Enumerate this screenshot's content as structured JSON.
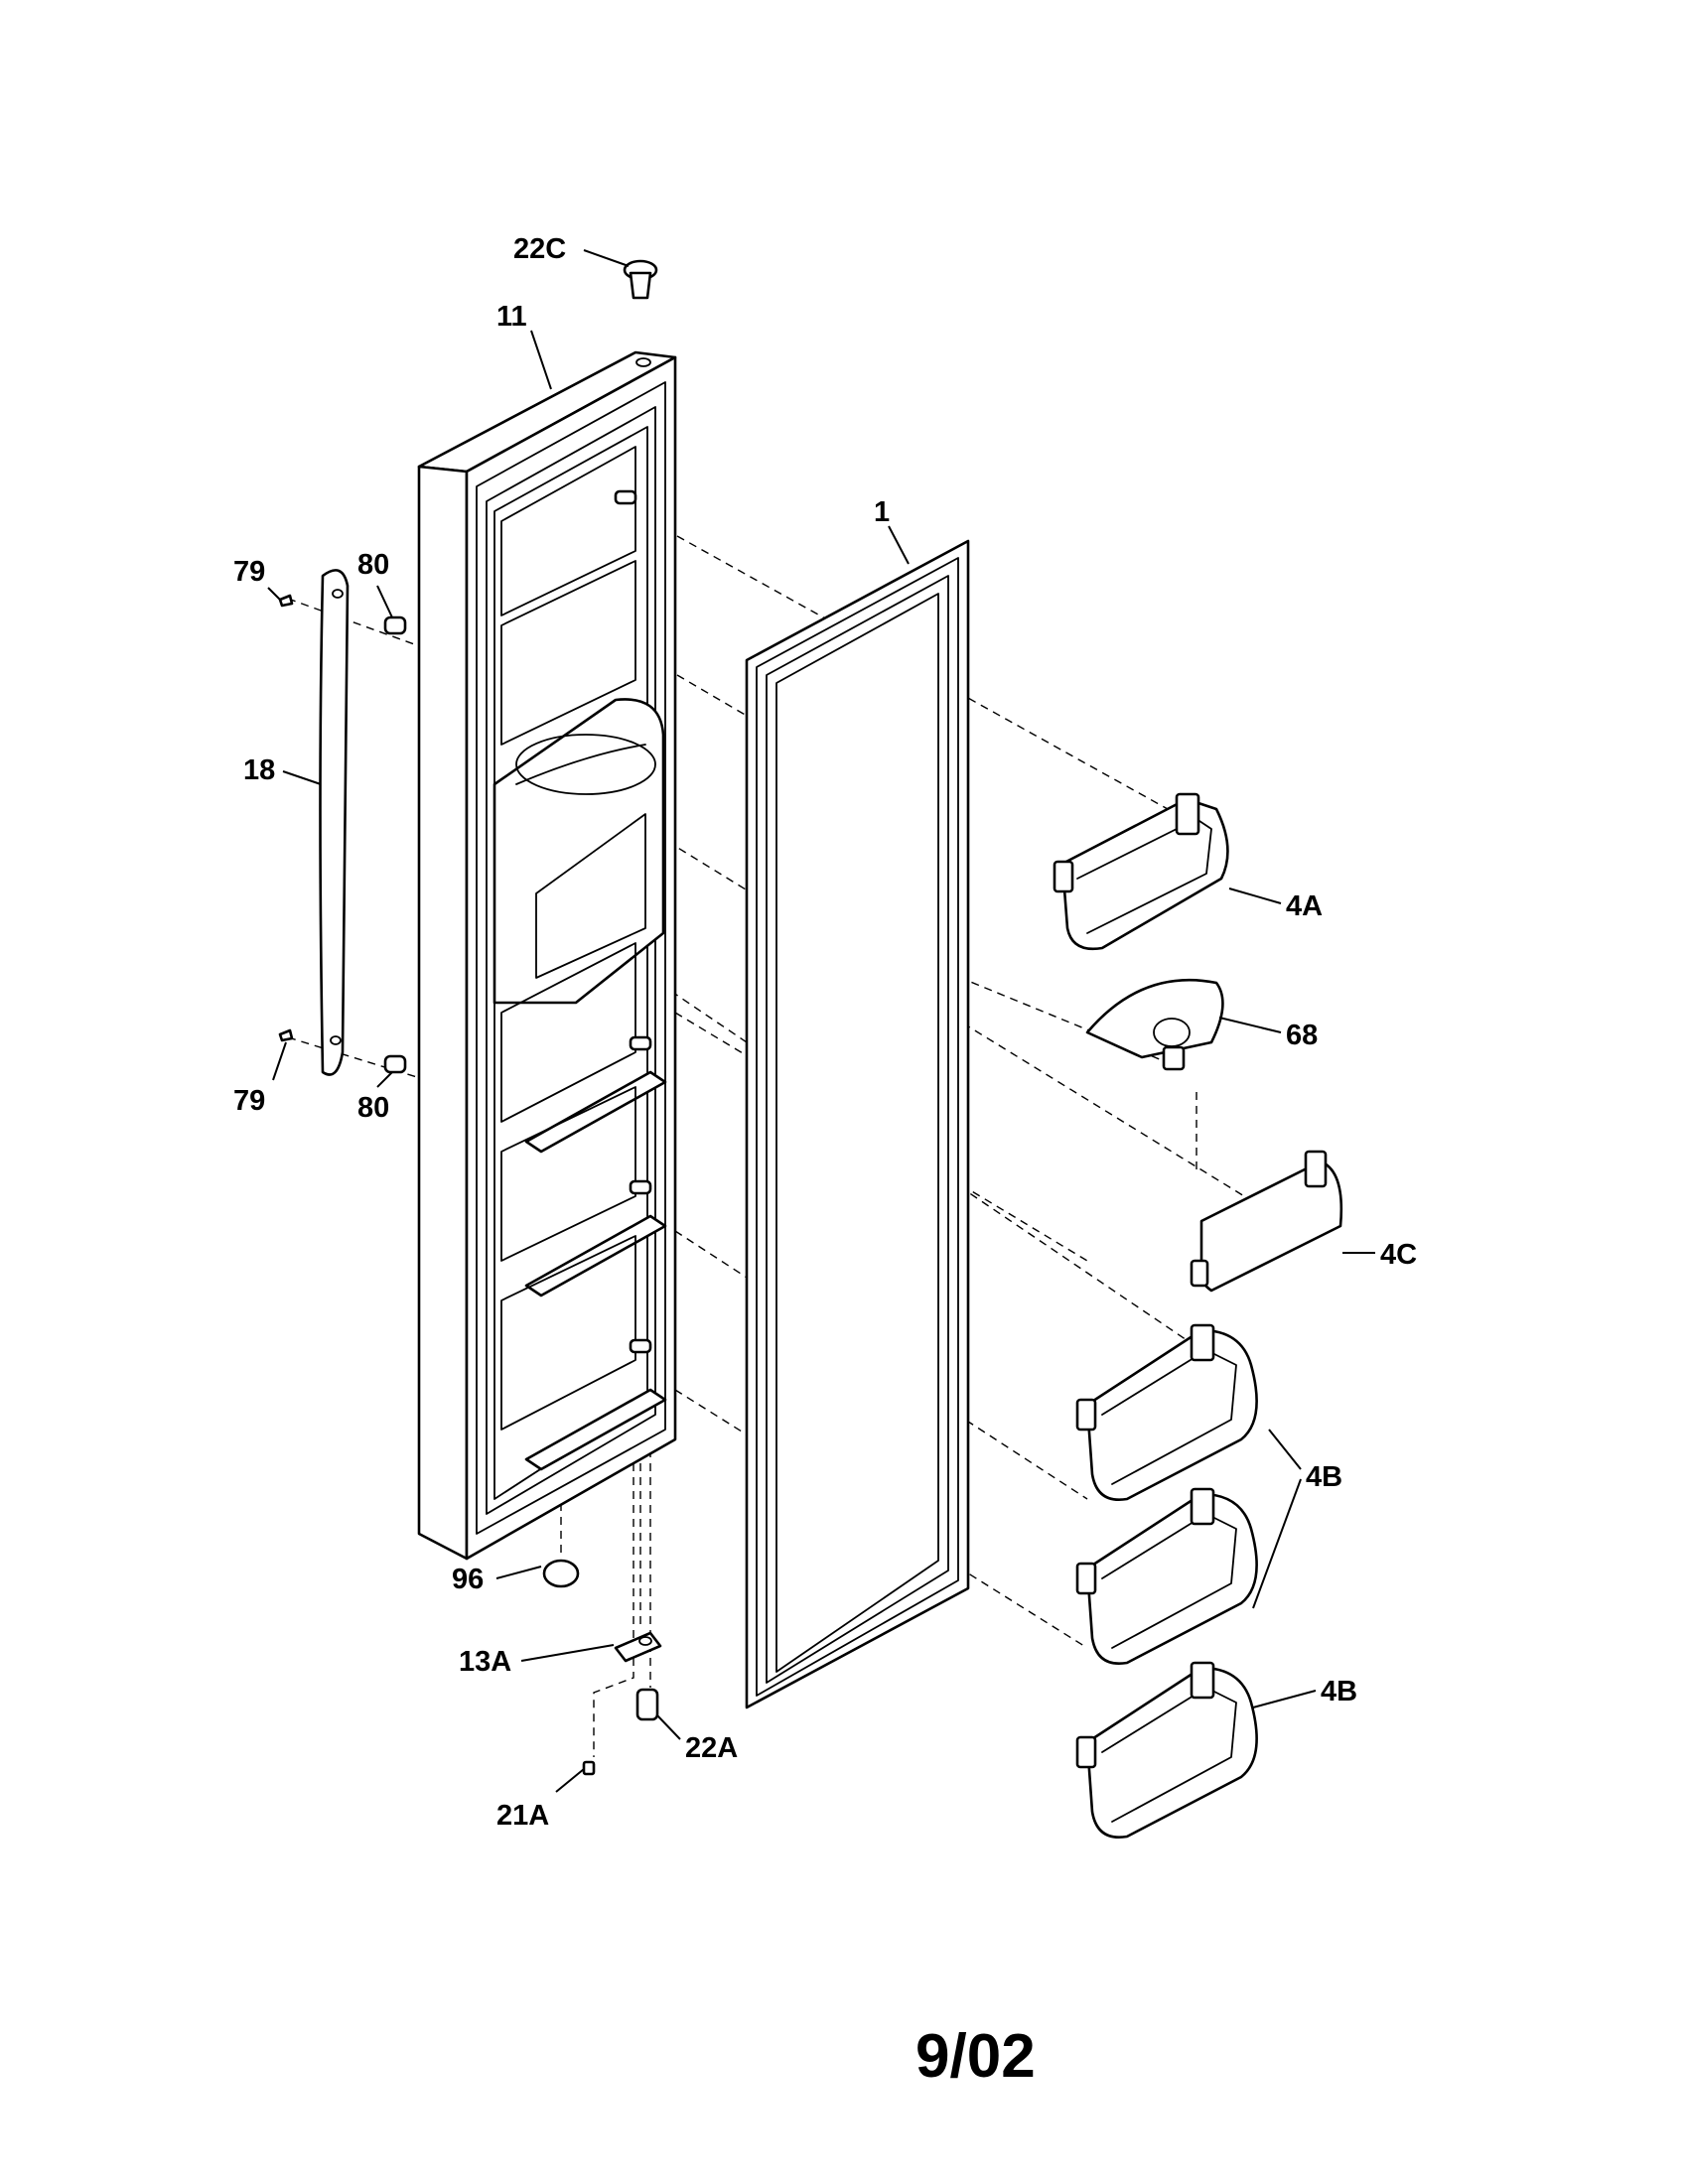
{
  "callouts": {
    "c22C": "22C",
    "c11": "11",
    "c1": "1",
    "c79a": "79",
    "c80a": "80",
    "c18": "18",
    "c4A": "4A",
    "c68": "68",
    "c79b": "79",
    "c80b": "80",
    "c4C": "4C",
    "c4B_pair": "4B",
    "c96": "96",
    "c13A": "13A",
    "c22A": "22A",
    "c4B_single": "4B",
    "c21A": "21A"
  },
  "date_stamp": "9/02"
}
